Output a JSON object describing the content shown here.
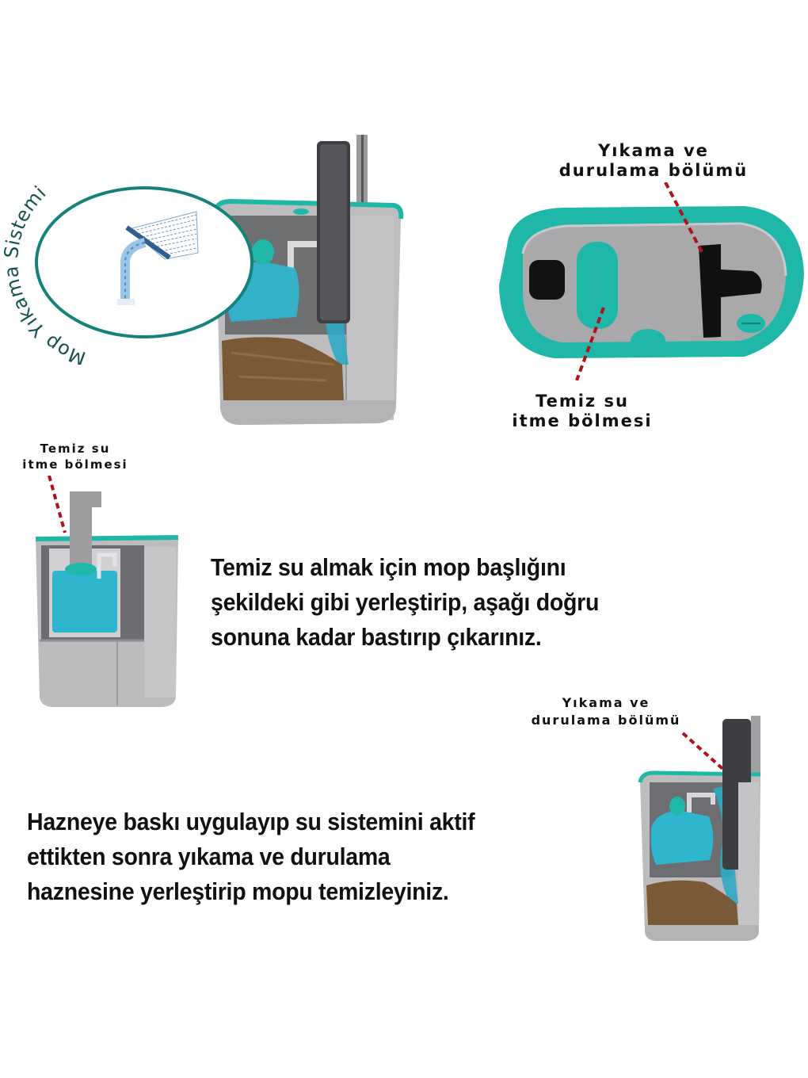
{
  "colors": {
    "teal": "#1fb8a8",
    "teal_dark": "#14827a",
    "gray_body": "#b9b9bb",
    "gray_inner": "#a6a6a8",
    "water": "#2fb6cf",
    "dirt": "#7a5a36",
    "pointer": "#b0121b",
    "text": "#111111"
  },
  "section1": {
    "circle_caption": "Mop Yıkama Sistemi",
    "icon": "water-spray-nozzle"
  },
  "section2": {
    "top_label": {
      "line1": "Yıkama ve",
      "line2": "durulama bölümü"
    },
    "bottom_label": {
      "line1": "Temiz su",
      "line2": "itme bölmesi"
    }
  },
  "section3": {
    "label": {
      "line1": "Temiz su",
      "line2": "itme bölmesi"
    },
    "instruction": {
      "line1": "Temiz su almak için mop başlığını",
      "line2": "şekildeki gibi yerleştirip, aşağı doğru",
      "line3": "sonuna kadar bastırıp çıkarınız."
    }
  },
  "section4": {
    "label": {
      "line1": "Yıkama ve",
      "line2": "durulama bölümü"
    },
    "instruction": {
      "line1": "Hazneye baskı uygulayıp su sistemini aktif",
      "line2": "ettikten sonra yıkama ve durulama",
      "line3": "haznesine yerleştirip mopu temizleyiniz."
    }
  }
}
